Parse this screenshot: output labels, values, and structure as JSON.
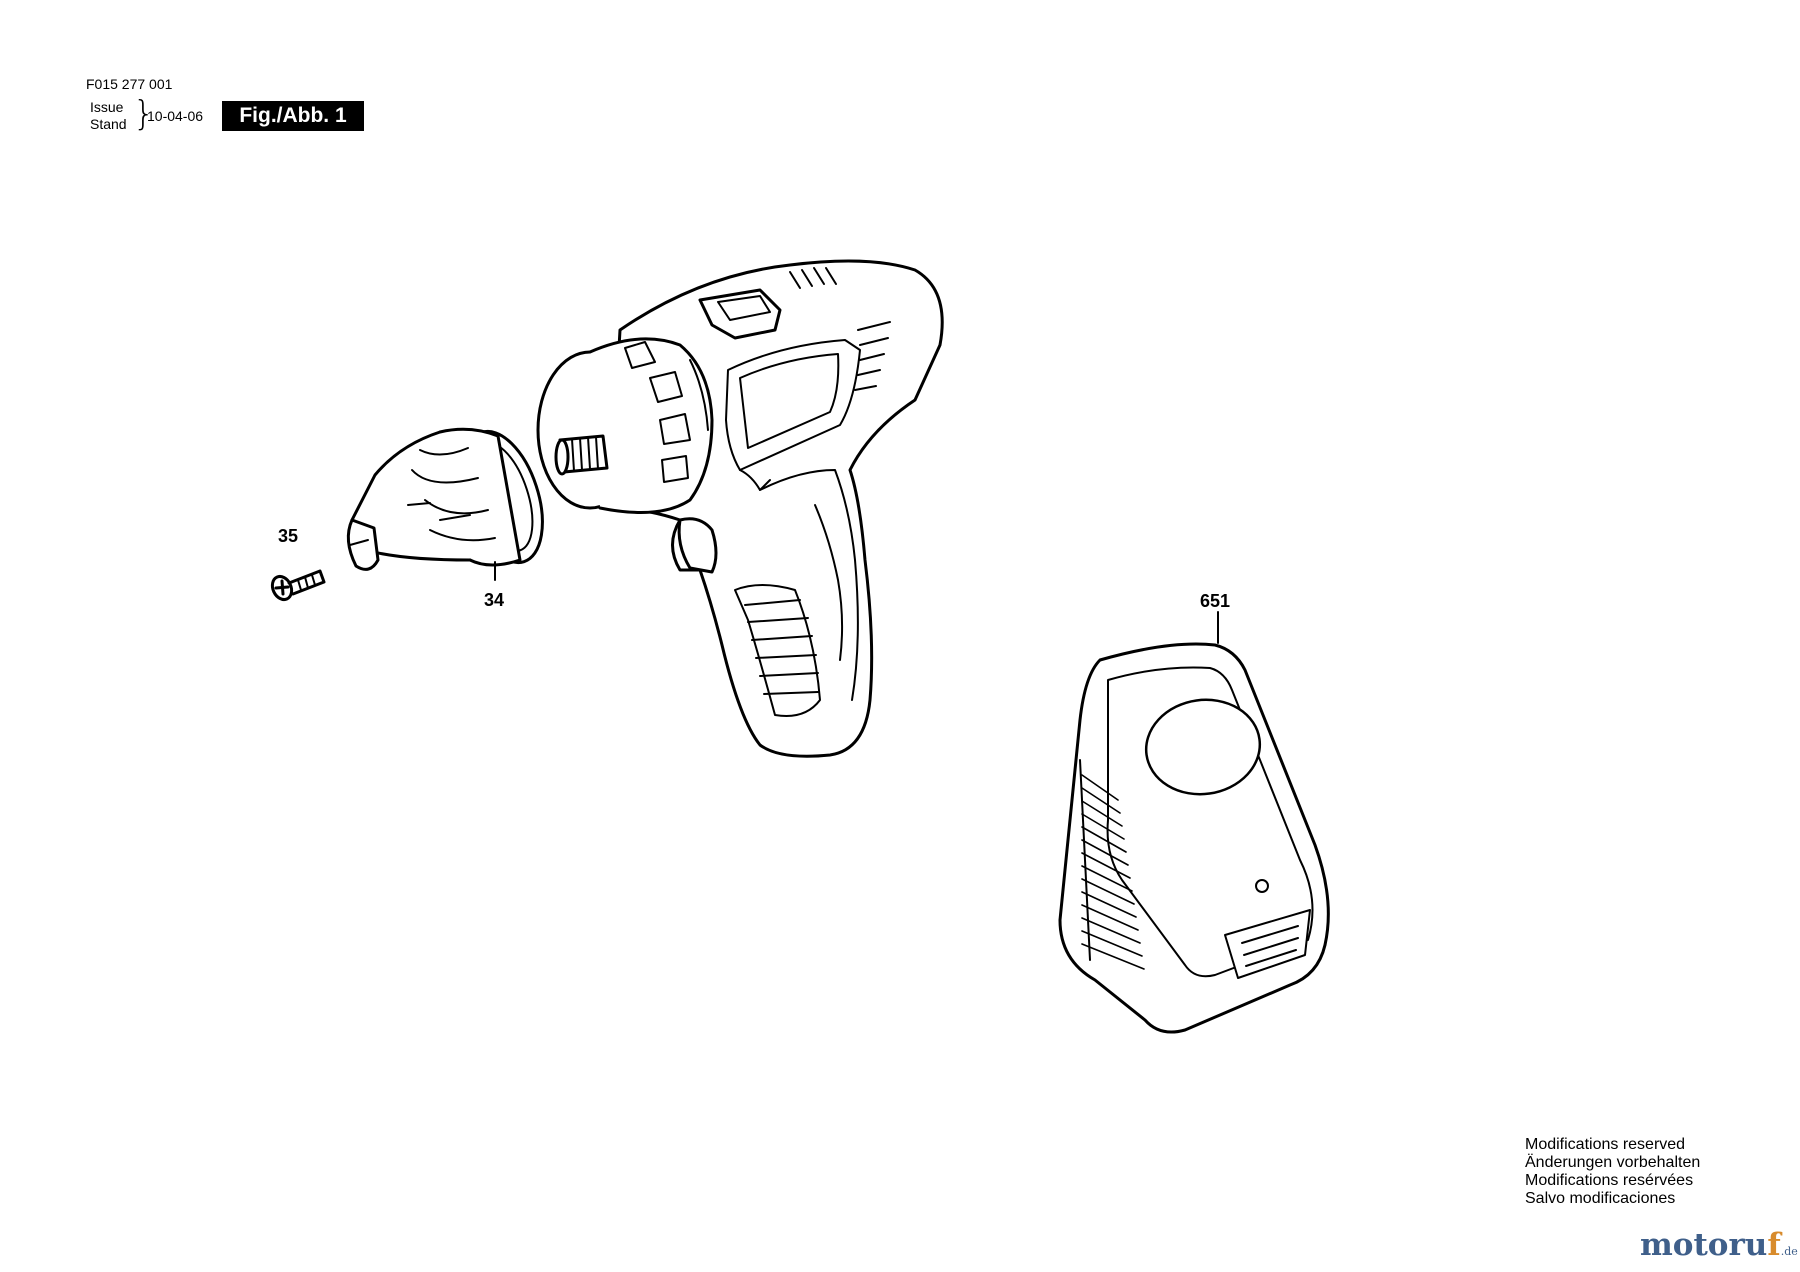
{
  "header": {
    "doc_code": "F015 277 001",
    "issue_label": "Issue",
    "stand_label": "Stand",
    "brace": "}",
    "date": "10-04-06",
    "figure_label": "Fig./Abb. 1"
  },
  "parts": [
    {
      "number": "35"
    },
    {
      "number": "34"
    },
    {
      "number": "651"
    }
  ],
  "notes": [
    "Modifications reserved",
    "Änderungen vorbehalten",
    "Modifications resérvées",
    "Salvo modificaciones"
  ],
  "watermark": {
    "logo_text": "motoruf",
    "suffix": ".de",
    "colors": {
      "primary": "#3f5f8a",
      "accent": "#d88b2b"
    }
  }
}
